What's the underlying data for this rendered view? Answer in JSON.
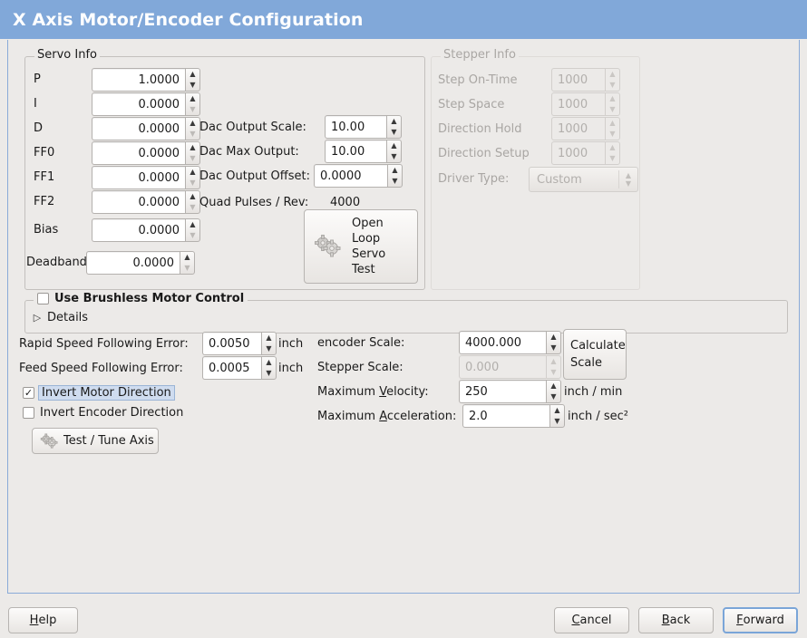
{
  "window": {
    "title": "X Axis Motor/Encoder Configuration",
    "title_bar_color": "#81a8d9",
    "background_color": "#eceae8"
  },
  "servo_info": {
    "legend": "Servo Info",
    "rows": [
      {
        "label": "P",
        "value": "1.0000",
        "up": true,
        "down": true
      },
      {
        "label": "I",
        "value": "0.0000",
        "up": true,
        "down": false
      },
      {
        "label": "D",
        "value": "0.0000",
        "up": true,
        "down": false
      },
      {
        "label": "FF0",
        "value": "0.0000",
        "up": true,
        "down": false
      },
      {
        "label": "FF1",
        "value": "0.0000",
        "up": true,
        "down": false
      },
      {
        "label": "FF2",
        "value": "0.0000",
        "up": true,
        "down": false
      },
      {
        "label": "Bias",
        "value": "0.0000",
        "up": true,
        "down": false
      },
      {
        "label": "Deadband",
        "value": "0.0000",
        "up": true,
        "down": false
      }
    ],
    "dac": [
      {
        "label": "Dac Output Scale:",
        "value": "10.00"
      },
      {
        "label": "Dac Max Output:",
        "value": "10.00"
      },
      {
        "label": "Dac Output Offset:",
        "value": "0.0000"
      }
    ],
    "quad_pulses_label": "Quad Pulses / Rev:",
    "quad_pulses_value": "4000",
    "open_loop_button": {
      "line1": "Open",
      "line2": "Loop",
      "line3": "Servo",
      "line4": "Test"
    }
  },
  "stepper_info": {
    "legend": "Stepper Info",
    "enabled": false,
    "rows": [
      {
        "label": "Step On-Time",
        "value": "1000"
      },
      {
        "label": "Step Space",
        "value": "1000"
      },
      {
        "label": "Direction Hold",
        "value": "1000"
      },
      {
        "label": "Direction Setup",
        "value": "1000"
      }
    ],
    "driver_type_label": "Driver Type:",
    "driver_type_value": "Custom"
  },
  "brushless": {
    "checkbox_label": "Use Brushless Motor Control",
    "checked": false,
    "details_label": "Details",
    "details_expanded": false
  },
  "errors": {
    "rapid_label": "Rapid Speed Following Error:",
    "rapid_value": "0.0050",
    "rapid_unit": "inch",
    "feed_label": "Feed Speed Following Error:",
    "feed_value": "0.0005",
    "feed_unit": "inch"
  },
  "inverts": {
    "motor_label": "Invert Motor Direction",
    "motor_checked": true,
    "motor_focused": true,
    "encoder_label": "Invert Encoder Direction",
    "encoder_checked": false
  },
  "test_tune_button": "Test / Tune Axis",
  "scales": {
    "encoder_label": "encoder Scale:",
    "encoder_value": "4000.000",
    "encoder_enabled": true,
    "stepper_label": "Stepper Scale:",
    "stepper_value": "0.000",
    "stepper_enabled": false,
    "calculate_line1": "Calculate",
    "calculate_line2": "Scale",
    "velocity_label_pre": "Maximum ",
    "velocity_label_mnemonic": "V",
    "velocity_label_post": "elocity:",
    "velocity_value": "250",
    "velocity_unit": "inch / min",
    "accel_label_pre": "Maximum ",
    "accel_label_mnemonic": "A",
    "accel_label_post": "cceleration:",
    "accel_value": "2.0",
    "accel_unit": "inch / sec²"
  },
  "footer": {
    "help": {
      "pre": "",
      "mnemonic": "H",
      "post": "elp"
    },
    "cancel": {
      "pre": "",
      "mnemonic": "C",
      "post": "ancel"
    },
    "back": {
      "pre": "",
      "mnemonic": "B",
      "post": "ack"
    },
    "forward": {
      "pre": "",
      "mnemonic": "F",
      "post": "orward",
      "focused": true
    }
  }
}
